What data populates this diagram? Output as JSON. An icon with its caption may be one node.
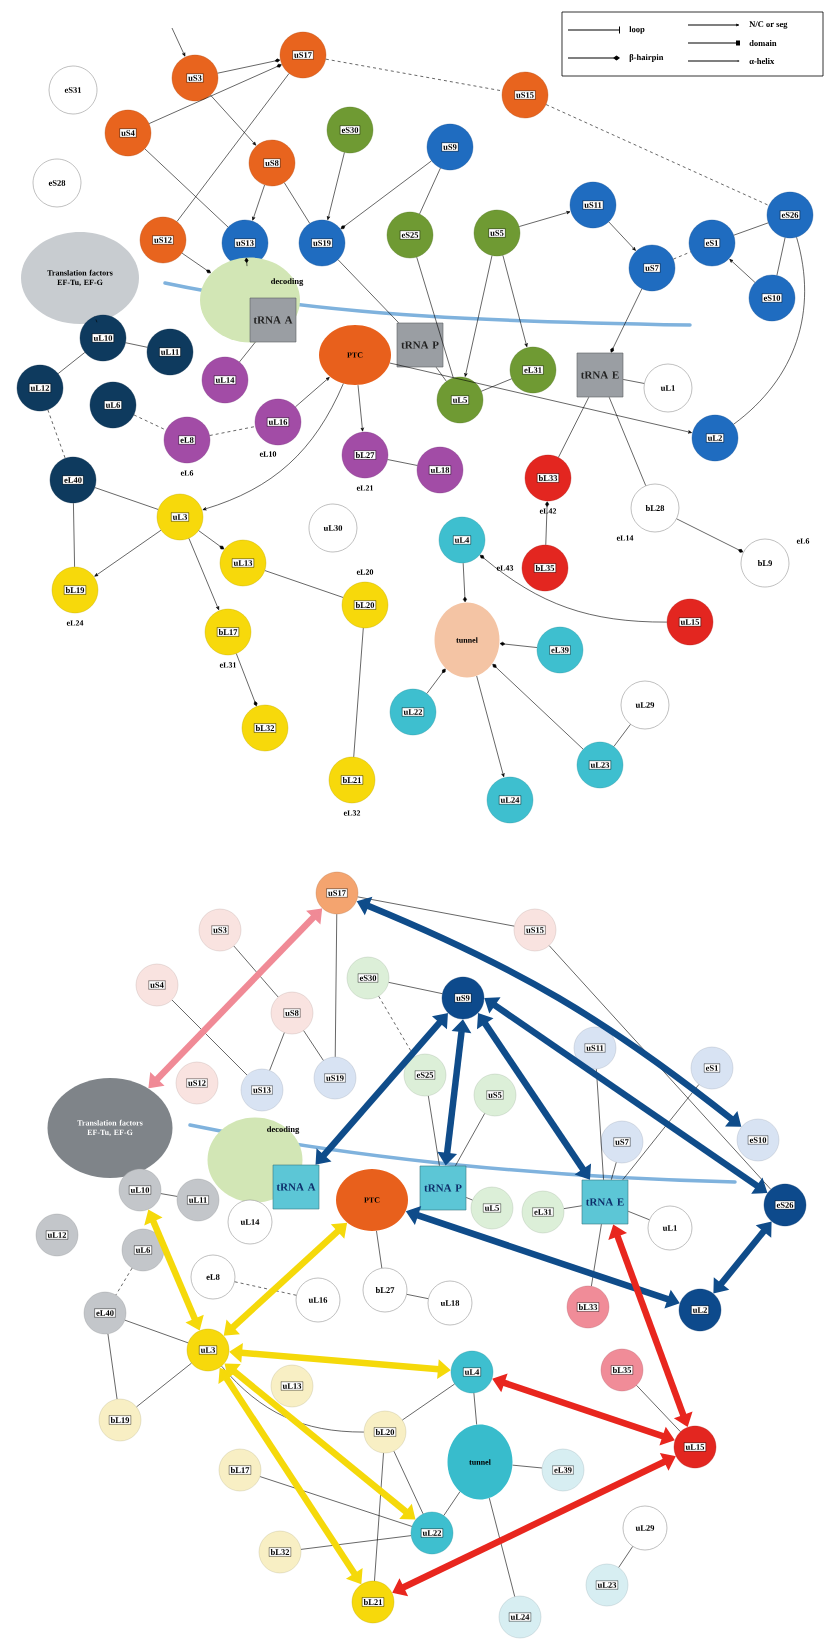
{
  "diagram": {
    "nodes": [
      {
        "text": [
          "eS31"
        ]
      },
      {
        "text": [
          "eS28"
        ]
      },
      {
        "text": [
          "uS3"
        ]
      },
      {
        "text": [
          "uS17"
        ]
      },
      {
        "text": [
          "uS4"
        ]
      },
      {
        "text": [
          "uS8"
        ]
      },
      {
        "text": [
          "uS12"
        ]
      },
      {
        "text": [
          "uS15"
        ]
      },
      {
        "text": [
          "eS30"
        ]
      },
      {
        "text": [
          "uS9"
        ]
      },
      {
        "text": [
          "uS13"
        ]
      },
      {
        "text": [
          "uS19"
        ]
      },
      {
        "text": [
          "eS25"
        ]
      },
      {
        "text": [
          "uS5"
        ]
      },
      {
        "text": [
          "uS11"
        ]
      },
      {
        "text": [
          "uS7"
        ]
      },
      {
        "text": [
          "eS1"
        ]
      },
      {
        "text": [
          "eS26"
        ]
      },
      {
        "text": [
          "eS10"
        ]
      },
      {
        "text": [
          "Translation factors EF-Tu, EF-G"
        ]
      },
      {
        "text": [
          "decoding"
        ]
      },
      {
        "text": [
          "tRNA A"
        ],
        "in": 20
      },
      {
        "text": [
          "PTC"
        ]
      },
      {
        "text": [
          "tRNA P"
        ]
      },
      {
        "text": [
          "tRNA E"
        ]
      },
      {
        "text": [
          "uL1"
        ]
      },
      {
        "text": [
          "uL10"
        ]
      },
      {
        "text": [
          "uL11"
        ]
      },
      {
        "text": [
          "uL12"
        ]
      },
      {
        "text": [
          "uL6"
        ]
      },
      {
        "text": [
          "uL14"
        ]
      },
      {
        "text": [
          "uL16"
        ],
        "beside": [
          "eL10"
        ]
      },
      {
        "text": [
          "eL8"
        ],
        "beside": [
          "eL6"
        ]
      },
      {
        "text": [
          "bL27"
        ],
        "beside": [
          "eL21"
        ]
      },
      {
        "text": [
          "uL18"
        ]
      },
      {
        "text": [
          "uL5"
        ]
      },
      {
        "text": [
          "eL31"
        ]
      },
      {
        "text": [
          "uL2"
        ]
      },
      {
        "text": [
          "eL40"
        ]
      },
      {
        "text": [
          "uL3"
        ]
      },
      {
        "text": [
          "bL19"
        ],
        "beside": [
          "eL24"
        ]
      },
      {
        "text": [
          "uL13"
        ]
      },
      {
        "text": [
          "bL17"
        ],
        "beside": [
          "eL31"
        ]
      },
      {
        "text": [
          "uL30"
        ]
      },
      {
        "text": [
          "bL20"
        ],
        "beside": [
          "eL20"
        ]
      },
      {
        "text": [
          "bL32"
        ]
      },
      {
        "text": [
          "bL21"
        ],
        "beside": [
          "eL32"
        ]
      },
      {
        "text": [
          "uL4"
        ]
      },
      {
        "text": [
          "tunnel"
        ]
      },
      {
        "text": [
          "eL39"
        ]
      },
      {
        "text": [
          "uL22"
        ]
      },
      {
        "text": [
          "uL23"
        ]
      },
      {
        "text": [
          "uL24"
        ]
      },
      {
        "text": [
          "uL29"
        ]
      },
      {
        "text": [
          "bL33"
        ],
        "beside": [
          "eL42"
        ]
      },
      {
        "text": [
          "bL35"
        ],
        "beside": [
          "eL43"
        ]
      },
      {
        "text": [
          "uL15"
        ]
      },
      {
        "text": [
          "bL28"
        ],
        "beside": [
          "eL14"
        ]
      },
      {
        "text": [
          "bL9"
        ],
        "beside": [
          "eL6"
        ]
      },
      {
        "text": [
          "uS17"
        ]
      },
      {
        "text": [
          "uS3"
        ]
      },
      {
        "text": [
          "uS4"
        ]
      },
      {
        "text": [
          "uS8"
        ]
      },
      {
        "text": [
          "uS15"
        ]
      },
      {
        "text": [
          "eS30"
        ]
      },
      {
        "text": [
          "uS9"
        ]
      },
      {
        "text": [
          "uS12"
        ]
      },
      {
        "text": [
          "uS13"
        ]
      },
      {
        "text": [
          "uS19"
        ]
      },
      {
        "text": [
          "eS25"
        ]
      },
      {
        "text": [
          "uS5"
        ]
      },
      {
        "text": [
          "uS11"
        ]
      },
      {
        "text": [
          "eS1"
        ]
      },
      {
        "text": [
          "uS7"
        ]
      },
      {
        "text": [
          "eS10"
        ]
      },
      {
        "text": [
          "eS26"
        ]
      },
      {
        "text": [
          "Translation factors EF-Tu, EF-G"
        ]
      },
      {
        "text": [
          "decoding"
        ]
      },
      {
        "text": [
          "tRNA A"
        ]
      },
      {
        "text": [
          "PTC"
        ]
      },
      {
        "text": [
          "tRNA P"
        ]
      },
      {
        "text": [
          "tRNA E"
        ]
      },
      {
        "text": [
          "uL10"
        ]
      },
      {
        "text": [
          "uL11"
        ]
      },
      {
        "text": [
          "uL12"
        ]
      },
      {
        "text": [
          "uL6"
        ]
      },
      {
        "text": [
          "uL14"
        ]
      },
      {
        "text": [
          "uL16"
        ]
      },
      {
        "text": [
          "eL8"
        ]
      },
      {
        "text": [
          "bL27"
        ]
      },
      {
        "text": [
          "uL18"
        ]
      },
      {
        "text": [
          "uL5"
        ]
      },
      {
        "text": [
          "eL31"
        ]
      },
      {
        "text": [
          "uL1"
        ]
      },
      {
        "text": [
          "eL40"
        ]
      },
      {
        "text": [
          "uL3"
        ]
      },
      {
        "text": [
          "bL19"
        ]
      },
      {
        "text": [
          "uL13"
        ]
      },
      {
        "text": [
          "bL20"
        ]
      },
      {
        "text": [
          "bL17"
        ]
      },
      {
        "text": [
          "bL32"
        ]
      },
      {
        "text": [
          "uL4"
        ]
      },
      {
        "text": [
          "tunnel"
        ]
      },
      {
        "text": [
          "uL22"
        ]
      },
      {
        "text": [
          "bL21"
        ]
      },
      {
        "text": [
          "eL39"
        ]
      },
      {
        "text": [
          "uL29"
        ]
      },
      {
        "text": [
          "uL23"
        ]
      },
      {
        "text": [
          "uL24"
        ]
      },
      {
        "text": [
          "uL15"
        ]
      },
      {
        "text": [
          "bL35"
        ]
      },
      {
        "text": [
          "bL33"
        ]
      },
      {
        "text": [
          "uL2"
        ]
      }
    ],
    "edges": [
      {
        "from": null,
        "to": 2,
        "arrow": "to"
      },
      {
        "from": 2,
        "to": 5,
        "arrow": "to"
      },
      {
        "from": 2,
        "to": 3,
        "arrow": "other"
      },
      {
        "from": 4,
        "to": 10,
        "arrow": "none"
      },
      {
        "from": 4,
        "to": 3,
        "arrow": "other"
      },
      {
        "from": 5,
        "to": 10,
        "arrow": "to"
      },
      {
        "from": 5,
        "to": 11,
        "arrow": "none"
      },
      {
        "from": 3,
        "to": 6,
        "arrow": "none"
      },
      {
        "from": 6,
        "to": 20,
        "arrow": "other"
      },
      {
        "from": 10,
        "to": 20,
        "arrow": "other"
      },
      {
        "from": 11,
        "to": 23,
        "arrow": "none"
      },
      {
        "from": 8,
        "to": 11,
        "arrow": "to"
      },
      {
        "from": 9,
        "to": 11,
        "arrow": "other"
      },
      {
        "from": 9,
        "to": 12,
        "arrow": "none"
      },
      {
        "from": 13,
        "to": 14,
        "arrow": "to"
      },
      {
        "from": 14,
        "to": 15,
        "arrow": "to"
      },
      {
        "from": 15,
        "to": 16,
        "arrow": "none",
        "style": "dashed"
      },
      {
        "from": 16,
        "to": 17,
        "arrow": "none"
      },
      {
        "from": 17,
        "to": 18,
        "arrow": "none"
      },
      {
        "from": 18,
        "to": 16,
        "arrow": "to"
      },
      {
        "from": 3,
        "to": 7,
        "arrow": "none",
        "style": "dashed"
      },
      {
        "from": 7,
        "to": 17,
        "arrow": "none",
        "style": "dashed"
      },
      {
        "from": 12,
        "to": 35,
        "arrow": "none"
      },
      {
        "from": 13,
        "to": 35,
        "arrow": "to"
      },
      {
        "from": 13,
        "to": 36,
        "arrow": "to"
      },
      {
        "from": 35,
        "to": 36,
        "arrow": "none"
      },
      {
        "from": 35,
        "to": 23,
        "arrow": "none"
      },
      {
        "from": 15,
        "to": 24,
        "arrow": "other"
      },
      {
        "from": 24,
        "to": 25,
        "arrow": "none"
      },
      {
        "from": 24,
        "to": 54,
        "arrow": "none"
      },
      {
        "from": 24,
        "to": 57,
        "arrow": "none"
      },
      {
        "from": 22,
        "to": 37,
        "arrow": "to"
      },
      {
        "from": 17,
        "to": 37,
        "arrow": "none"
      },
      {
        "from": 26,
        "to": 27,
        "arrow": "none"
      },
      {
        "from": 19,
        "to": 26,
        "arrow": "none",
        "style": "dashed"
      },
      {
        "from": 26,
        "to": 28,
        "arrow": "none"
      },
      {
        "from": 28,
        "to": 38,
        "arrow": "none",
        "style": "dashed"
      },
      {
        "from": 29,
        "to": 32,
        "arrow": "none",
        "style": "dashed"
      },
      {
        "from": 32,
        "to": 31,
        "arrow": "none",
        "style": "dashed"
      },
      {
        "from": 30,
        "to": 21,
        "arrow": "none"
      },
      {
        "from": 31,
        "to": 22,
        "arrow": "to"
      },
      {
        "from": 33,
        "to": 34,
        "arrow": "none"
      },
      {
        "from": 22,
        "to": 33,
        "arrow": "to"
      },
      {
        "from": 38,
        "to": 39,
        "arrow": "none"
      },
      {
        "from": 38,
        "to": 40,
        "arrow": "none"
      },
      {
        "from": 39,
        "to": 40,
        "arrow": "to"
      },
      {
        "from": 39,
        "to": 41,
        "arrow": "other"
      },
      {
        "from": 39,
        "to": 42,
        "arrow": "to"
      },
      {
        "from": 22,
        "to": 39,
        "arrow": "to"
      },
      {
        "from": 41,
        "to": 44,
        "arrow": "none"
      },
      {
        "from": 42,
        "to": 45,
        "arrow": "other"
      },
      {
        "from": 44,
        "to": 46,
        "arrow": "none"
      },
      {
        "from": 47,
        "to": 48,
        "arrow": "other"
      },
      {
        "from": 49,
        "to": 48,
        "arrow": "other"
      },
      {
        "from": 50,
        "to": 48,
        "arrow": "other"
      },
      {
        "from": 48,
        "to": 52,
        "arrow": "to"
      },
      {
        "from": 51,
        "to": 48,
        "arrow": "other"
      },
      {
        "from": 51,
        "to": 53,
        "arrow": "none"
      },
      {
        "from": 56,
        "to": 47,
        "arrow": "other"
      },
      {
        "from": 55,
        "to": 54,
        "arrow": "other"
      },
      {
        "from": 57,
        "to": 58,
        "arrow": "other"
      },
      {
        "from": 60,
        "to": 62,
        "arrow": "none"
      },
      {
        "from": 61,
        "to": 67,
        "arrow": "none"
      },
      {
        "from": 62,
        "to": 67,
        "arrow": "none"
      },
      {
        "from": 62,
        "to": 68,
        "arrow": "none"
      },
      {
        "from": 59,
        "to": 68,
        "arrow": "none"
      },
      {
        "from": 59,
        "to": 63,
        "arrow": "none"
      },
      {
        "from": 63,
        "to": 75,
        "arrow": "none"
      },
      {
        "from": 64,
        "to": 65,
        "arrow": "none"
      },
      {
        "from": 64,
        "to": 69,
        "arrow": "none",
        "style": "dashed"
      },
      {
        "from": 69,
        "to": 80,
        "arrow": "none"
      },
      {
        "from": 70,
        "to": 80,
        "arrow": "none"
      },
      {
        "from": 71,
        "to": 81,
        "arrow": "none"
      },
      {
        "from": 72,
        "to": 81,
        "arrow": "none"
      },
      {
        "from": 73,
        "to": 81,
        "arrow": "none"
      },
      {
        "from": 82,
        "to": 83,
        "arrow": "none"
      },
      {
        "from": 85,
        "to": 94,
        "arrow": "none",
        "style": "dashed"
      },
      {
        "from": 94,
        "to": 95,
        "arrow": "none"
      },
      {
        "from": 94,
        "to": 96,
        "arrow": "none"
      },
      {
        "from": 95,
        "to": 96,
        "arrow": "none"
      },
      {
        "from": 95,
        "to": 98,
        "arrow": "none"
      },
      {
        "from": 98,
        "to": 101,
        "arrow": "none"
      },
      {
        "from": 101,
        "to": 102,
        "arrow": "none"
      },
      {
        "from": 102,
        "to": 103,
        "arrow": "none"
      },
      {
        "from": 102,
        "to": 105,
        "arrow": "none"
      },
      {
        "from": 102,
        "to": 108,
        "arrow": "none"
      },
      {
        "from": 106,
        "to": 107,
        "arrow": "none"
      },
      {
        "from": 110,
        "to": 109,
        "arrow": "none"
      },
      {
        "from": 111,
        "to": 81,
        "arrow": "none"
      },
      {
        "from": 98,
        "to": 103,
        "arrow": "none"
      },
      {
        "from": 98,
        "to": 104,
        "arrow": "none"
      },
      {
        "from": 100,
        "to": 103,
        "arrow": "none"
      },
      {
        "from": 99,
        "to": 103,
        "arrow": "none"
      },
      {
        "from": 88,
        "to": 87,
        "arrow": "none",
        "style": "dashed"
      },
      {
        "from": 89,
        "to": 79,
        "arrow": "none"
      },
      {
        "from": 90,
        "to": 89,
        "arrow": "none"
      },
      {
        "from": 91,
        "to": 80,
        "arrow": "none"
      },
      {
        "from": 92,
        "to": 81,
        "arrow": "none"
      },
      {
        "from": 93,
        "to": 81,
        "arrow": "none"
      },
      {
        "from": 59,
        "to": 76,
        "arrow": "both",
        "style": "thick",
        "color": "#f08a96"
      },
      {
        "from": 59,
        "to": 74,
        "arrow": "both",
        "style": "thick",
        "color": "#0f4c8a"
      },
      {
        "from": 65,
        "to": 78,
        "arrow": "both",
        "style": "thick",
        "color": "#0f4c8a"
      },
      {
        "from": 65,
        "to": 80,
        "arrow": "both",
        "style": "thick",
        "color": "#0f4c8a"
      },
      {
        "from": 65,
        "to": 81,
        "arrow": "both",
        "style": "thick",
        "color": "#0f4c8a"
      },
      {
        "from": 65,
        "to": 75,
        "arrow": "both",
        "style": "thick",
        "color": "#0f4c8a"
      },
      {
        "from": 75,
        "to": 112,
        "arrow": "both",
        "style": "thick",
        "color": "#0f4c8a"
      },
      {
        "from": 79,
        "to": 112,
        "arrow": "both",
        "style": "thick",
        "color": "#0f4c8a"
      },
      {
        "from": 81,
        "to": 109,
        "arrow": "both",
        "style": "thick",
        "color": "#e8261e"
      },
      {
        "from": 101,
        "to": 109,
        "arrow": "both",
        "style": "thick",
        "color": "#e8261e"
      },
      {
        "from": 109,
        "to": 104,
        "arrow": "both",
        "style": "thick",
        "color": "#e8261e"
      },
      {
        "from": 95,
        "to": 82,
        "arrow": "both",
        "style": "thick",
        "color": "#f5d90a"
      },
      {
        "from": 95,
        "to": 79,
        "arrow": "both",
        "style": "thick",
        "color": "#f5d90a"
      },
      {
        "from": 95,
        "to": 101,
        "arrow": "both",
        "style": "thick",
        "color": "#f5d90a"
      },
      {
        "from": 95,
        "to": 103,
        "arrow": "both",
        "style": "thick",
        "color": "#f5d90a"
      },
      {
        "from": 95,
        "to": 104,
        "arrow": "both",
        "style": "thick",
        "color": "#f5d90a"
      }
    ],
    "legend": [
      {
        "text": "loop"
      },
      {
        "text": "β-hairpin"
      },
      {
        "text": "N/C or seg"
      },
      {
        "text": "domain"
      },
      {
        "text": "α-helix"
      }
    ]
  }
}
